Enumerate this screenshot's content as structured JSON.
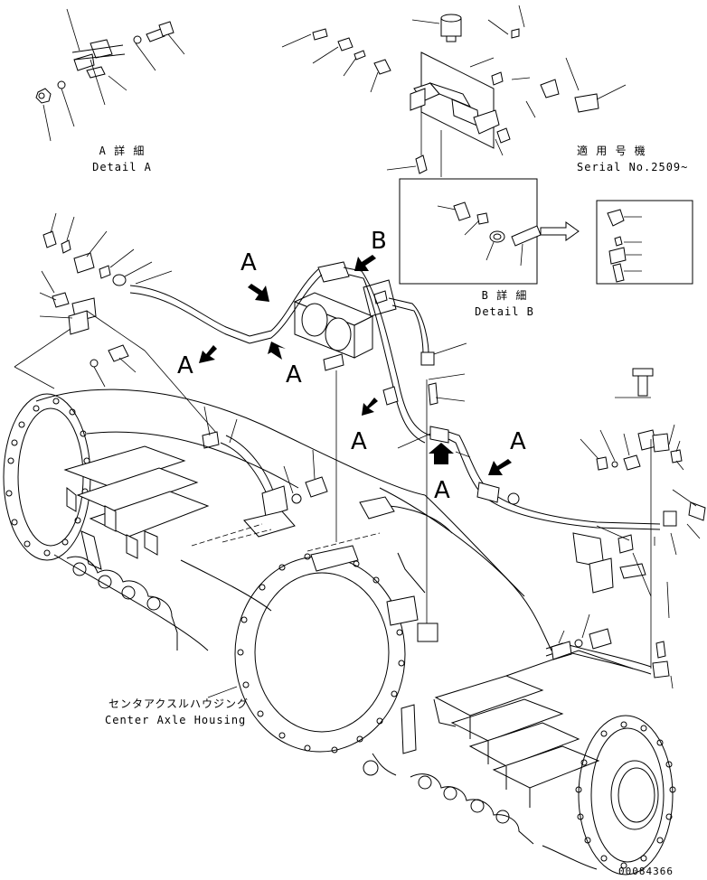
{
  "detail_a": {
    "jp": "A 詳 細",
    "en": "Detail A"
  },
  "detail_b": {
    "jp": "B 詳 細",
    "en": "Detail B"
  },
  "serial": {
    "jp": "適 用 号 機",
    "en": "Serial No.2509~"
  },
  "housing": {
    "jp": "センタアクスルハウジング",
    "en": "Center Axle Housing"
  },
  "view_letters": {
    "a1": "A",
    "a2": "A",
    "a3": "A",
    "a4": "A",
    "a5": "A",
    "a6": "A",
    "b": "B"
  },
  "figure_number": "00084366"
}
